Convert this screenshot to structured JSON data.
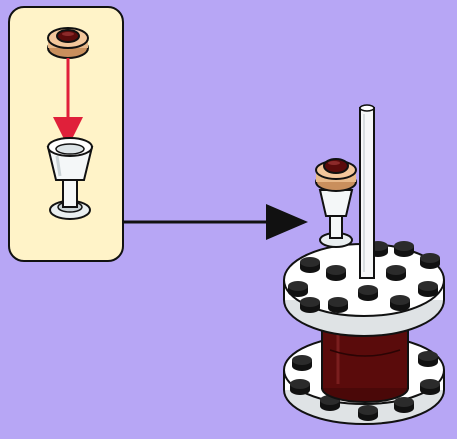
{
  "instruction_step": {
    "callout_panel": {
      "background": "#fff3c8",
      "border": "#111111",
      "parts": [
        "round-cap-dark-red",
        "goblet-trans-clear"
      ],
      "arrow_color": "#e0203a"
    },
    "pointer_arrow_color": "#111111",
    "model": {
      "parts": [
        "pole-white",
        "turntable-round-plate-white",
        "round-studs-white",
        "cylinder-dark-red",
        "goblet-trans-clear",
        "round-cap-dark-red"
      ]
    },
    "colors": {
      "background": "#b7a6f5",
      "dark_red": "#5a0b0b",
      "tan": "#e8b98a",
      "white": "#ffffff",
      "stud_dark": "#2b2b2b"
    }
  }
}
